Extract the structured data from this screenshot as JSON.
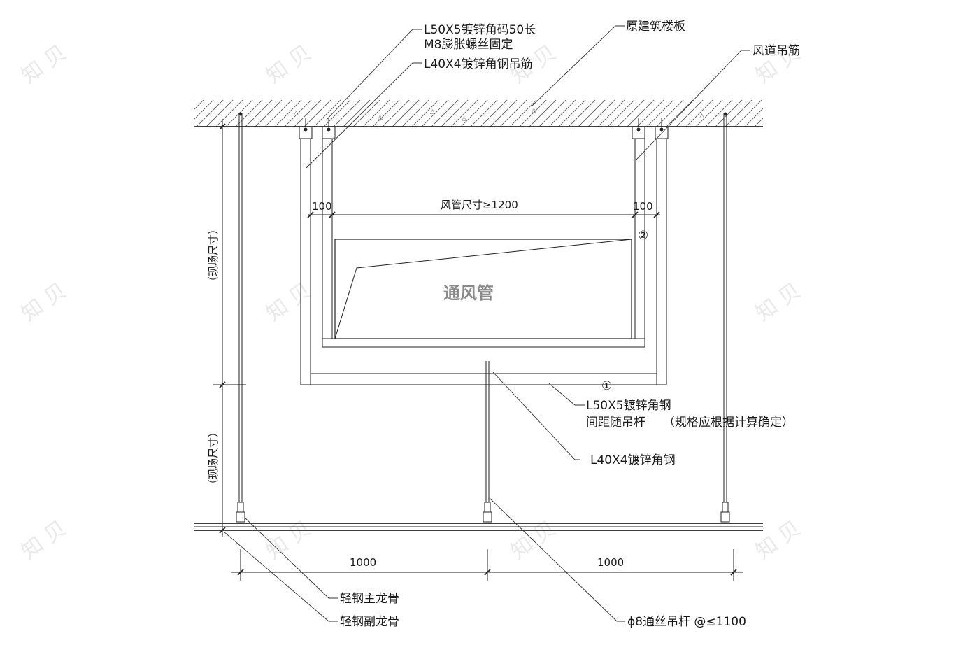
{
  "labels": {
    "angle_code_line1": "L50X5镀锌角码50长",
    "angle_code_line2": "M8膨胀螺丝固定",
    "angle_hanger": "L40X4镀锌角钢吊筋",
    "original_slab": "原建筑楼板",
    "duct_hanger": "风道吊筋",
    "duct_size": "风管尺寸≥1200",
    "dim_left_100": "100",
    "dim_right_100": "100",
    "circle_2": "②",
    "duct_name": "通风管",
    "circle_1": "①",
    "angle_steel_line1": "L50X5镀锌角钢",
    "angle_steel_line2": "间距随吊杆",
    "angle_steel_note": "（规格应根据计算确定）",
    "angle_40": "L40X4镀锌角钢",
    "site_size_upper": "（现场尺寸）",
    "site_size_lower": "（现场尺寸）",
    "span_left": "1000",
    "span_right": "1000",
    "main_keel": "轻钢主龙骨",
    "sub_keel": "轻钢副龙骨",
    "rod": "ϕ8通丝吊杆 @≤1100"
  },
  "colors": {
    "line": "#222222",
    "duct_text": "#8a8a8a",
    "watermark": "#e9e9e9"
  }
}
